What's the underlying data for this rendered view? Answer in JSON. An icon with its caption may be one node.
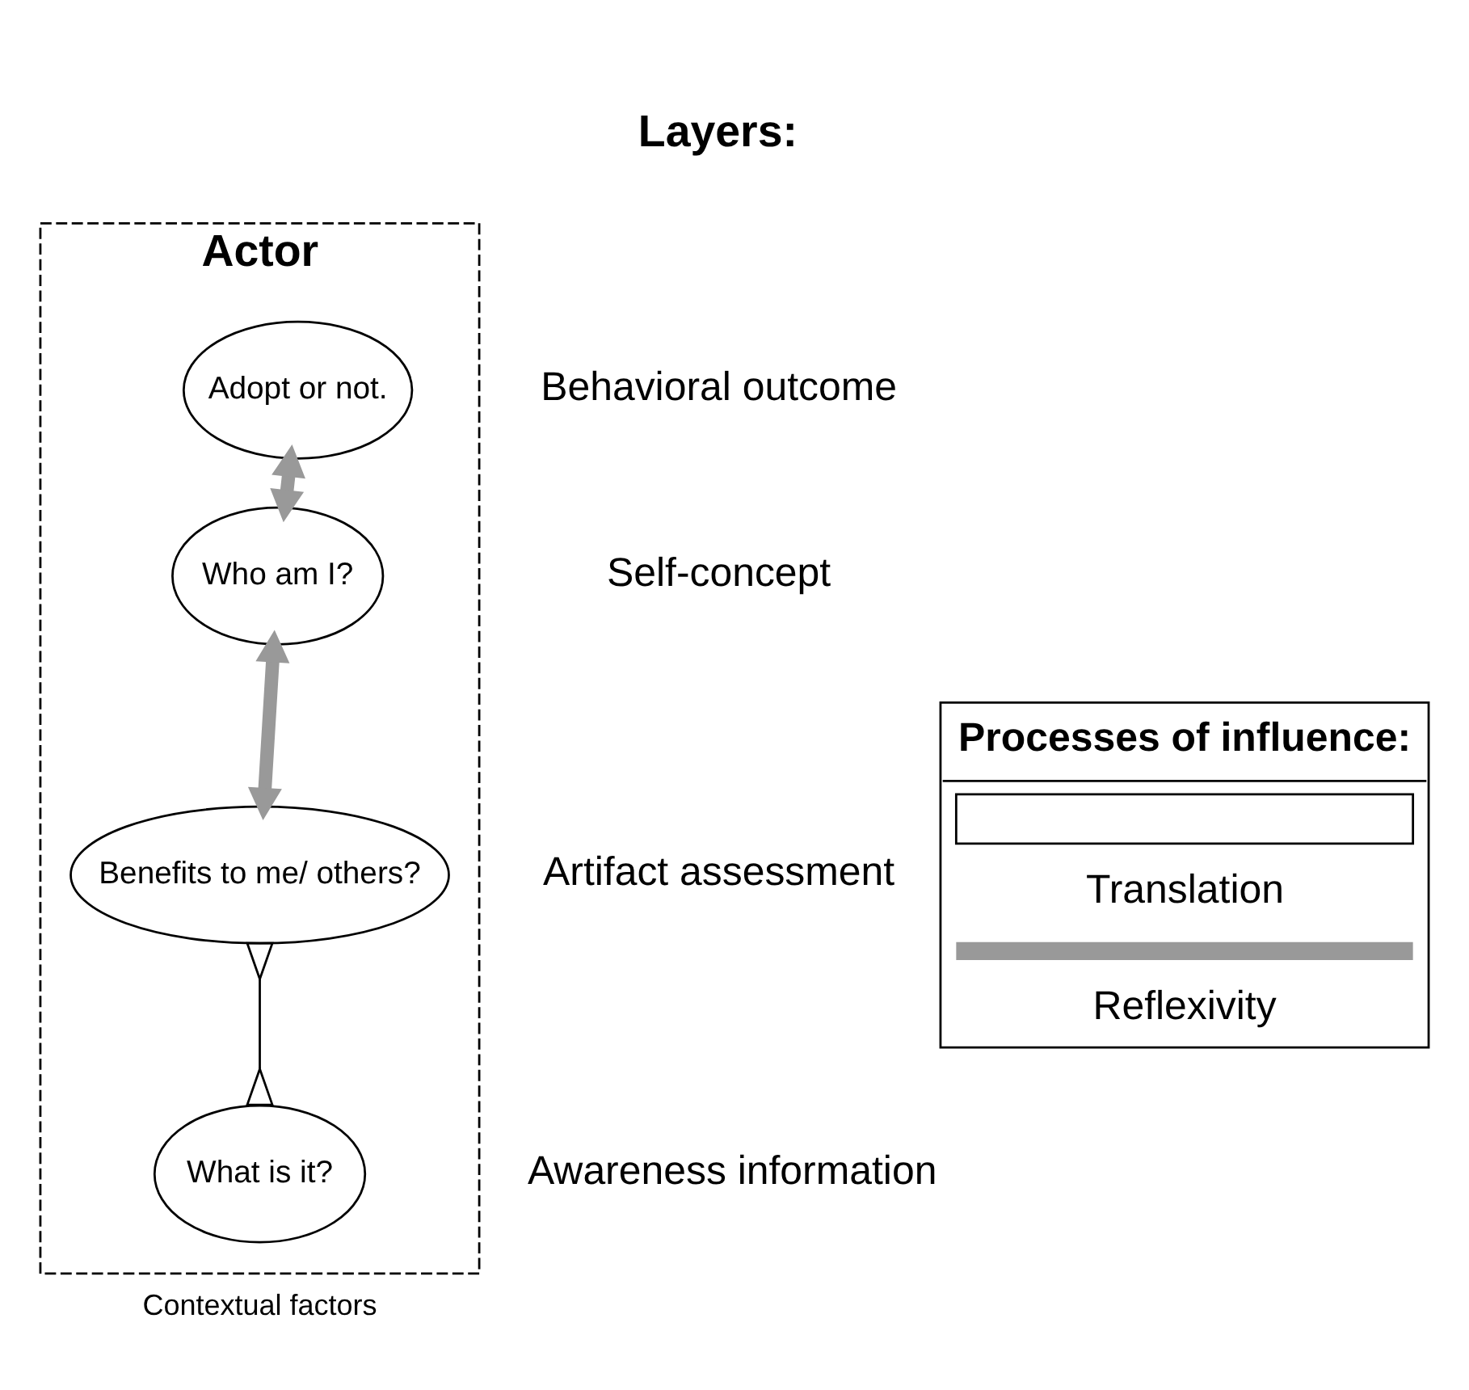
{
  "diagram": {
    "nodes": [
      {
        "text": [
          "Actor"
        ],
        "beside": [
          "Contextual factors"
        ]
      },
      {
        "text": [
          "Adopt or not."
        ],
        "in": 0
      },
      {
        "text": [
          "Who am I?"
        ],
        "in": 0
      },
      {
        "text": [
          "Benefits to me/ others?"
        ],
        "in": 0
      },
      {
        "text": [
          "What is it?"
        ],
        "in": 0
      }
    ],
    "edges": [
      {
        "from": 1,
        "to": 2,
        "arrow": "both"
      },
      {
        "from": 2,
        "to": 3,
        "arrow": "both"
      },
      {
        "from": 3,
        "to": 4,
        "arrow": "other",
        "color": "#000000"
      }
    ],
    "labels": [
      "Layers:",
      "Behavioral outcome",
      "Self-concept",
      "Artifact assessment",
      "Awareness information",
      "Processes of influence:"
    ],
    "legend": [
      {
        "text": "Translation"
      },
      {
        "text": "Reflexivity"
      }
    ]
  }
}
